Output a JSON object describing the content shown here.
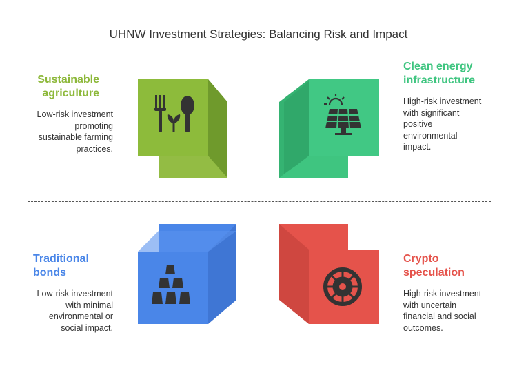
{
  "title": "UHNW Investment Strategies: Balancing Risk and Impact",
  "quadrants": [
    {
      "heading": [
        "Sustainable",
        "agriculture"
      ],
      "description": [
        "Low-risk investment",
        "promoting",
        "sustainable farming",
        "practices."
      ],
      "color": "#8db83a",
      "icon": "fork-leaf-spoon-icon"
    },
    {
      "heading": [
        "Clean energy",
        "infrastructure"
      ],
      "description": [
        "High-risk investment",
        "with significant",
        "positive",
        "environmental",
        "impact."
      ],
      "color": "#3fc580",
      "icon": "solar-panel-icon"
    },
    {
      "heading": [
        "Traditional",
        "bonds"
      ],
      "description": [
        "Low-risk investment",
        "with minimal",
        "environmental or",
        "social impact."
      ],
      "color": "#4a86e8",
      "icon": "gold-bars-icon"
    },
    {
      "heading": [
        "Crypto",
        "speculation"
      ],
      "description": [
        "High-risk investment",
        "with uncertain",
        "financial and social",
        "outcomes."
      ],
      "color": "#e5534b",
      "icon": "roulette-wheel-icon"
    }
  ]
}
